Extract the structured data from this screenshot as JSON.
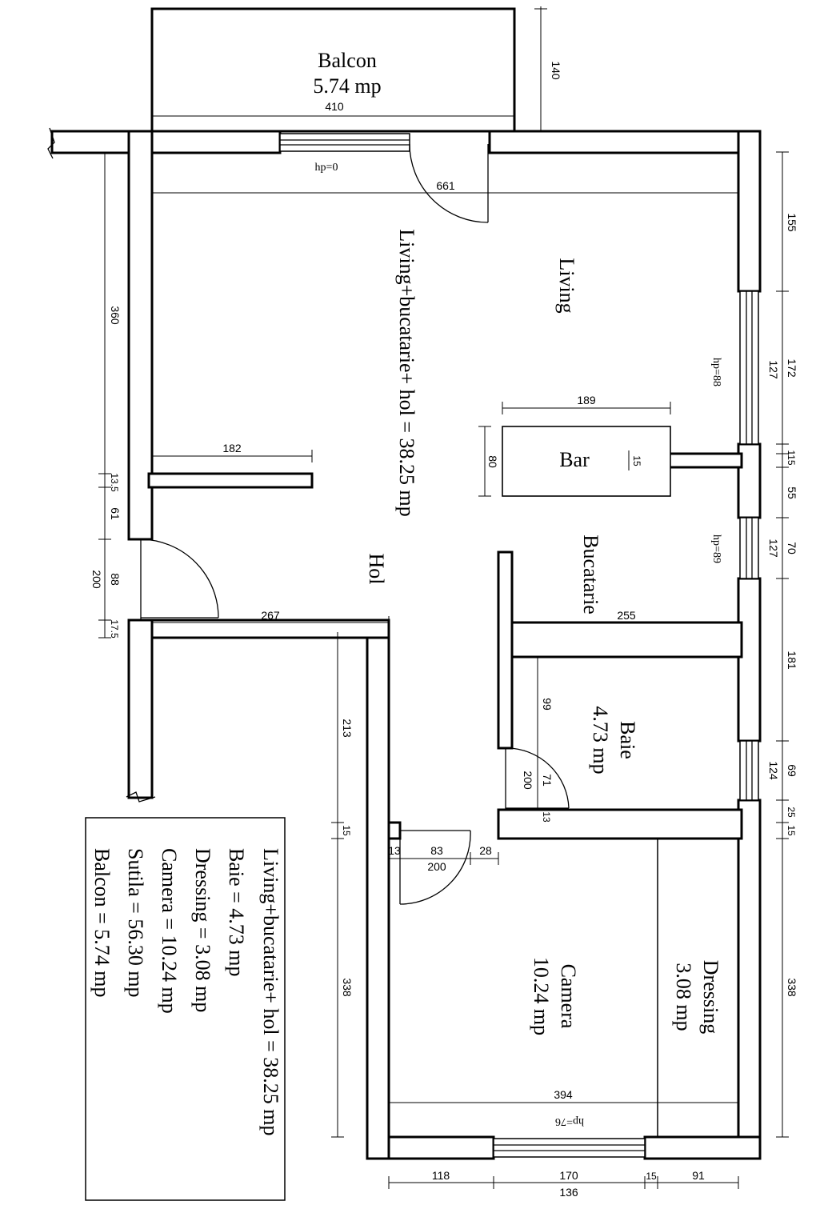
{
  "rooms": {
    "balcon_name": "Balcon",
    "balcon_area": "5.74 mp",
    "living_bucatarie_hol": "Living+bucatarie+ hol = 38.25 mp",
    "living": "Living",
    "hol": "Hol",
    "bar": "Bar",
    "bucatarie": "Bucatarie",
    "baie_name": "Baie",
    "baie_area": "4.73 mp",
    "camera_name": "Camera",
    "camera_area": "10.24 mp",
    "dressing_name": "Dressing",
    "dressing_area": "3.08 mp"
  },
  "legend": [
    "Living+bucatarie+ hol = 38.25 mp",
    "Baie = 4.73 mp",
    "Dressing = 3.08 mp",
    "Camera = 10.24 mp",
    "Sutila = 56.30 mp",
    "Balcon = 5.74 mp"
  ],
  "hp": {
    "door_balcony": "hp=0",
    "window_living": "hp=88",
    "window_kitchen": "hp=89",
    "window_camera": "hp=76"
  },
  "dims": {
    "d410": "410",
    "d140": "140",
    "d661": "661",
    "d155": "155",
    "d172": "172",
    "d127a": "127",
    "d115": "115",
    "d55": "55",
    "d70": "70",
    "d127b": "127",
    "d181": "181",
    "d69": "69",
    "d124": "124",
    "d25": "25",
    "d15r": "15",
    "d338r": "338",
    "d360": "360",
    "d135": "13.5",
    "d61": "61",
    "d88": "88",
    "d200l": "200",
    "d175": "17.5",
    "d182": "182",
    "d189": "189",
    "d80": "80",
    "d15bar": "15",
    "d255": "255",
    "d267": "267",
    "d213": "213",
    "d15m": "15",
    "d338m": "338",
    "d99": "99",
    "d200baie": "200",
    "d71": "71",
    "d13baie": "13",
    "d13": "13",
    "d83": "83",
    "d28": "28",
    "d200cam": "200",
    "d394": "394",
    "d118": "118",
    "d170": "170",
    "d15b": "15",
    "d91": "91",
    "d136": "136"
  }
}
